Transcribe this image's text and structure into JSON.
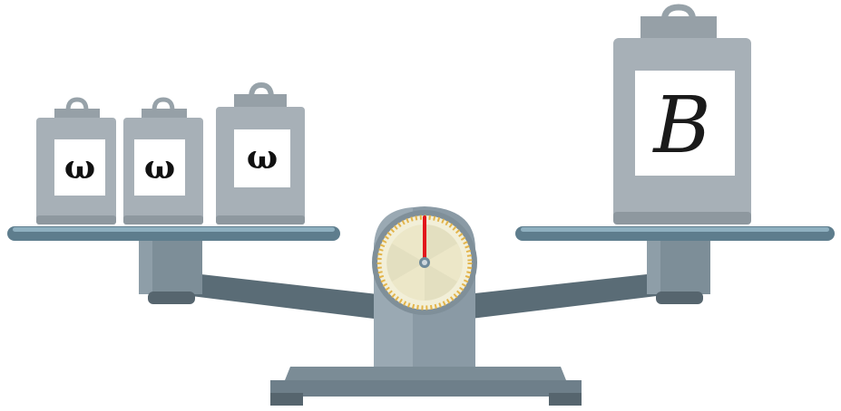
{
  "scale": {
    "left_pan": {
      "weights": [
        {
          "label": "ω"
        },
        {
          "label": "ω"
        },
        {
          "label": "ω"
        }
      ]
    },
    "right_pan": {
      "weights": [
        {
          "label": "B"
        }
      ]
    },
    "dial": {
      "needle_reading": 0
    }
  },
  "colors": {
    "weight_body": "#a7b0b7",
    "weight_dark": "#8e989f",
    "pan": "#5e7d8d",
    "frame": "#8a9aa5",
    "frame_dark": "#6e7f8a",
    "needle": "#e2161b",
    "dial_face": "#f2efd8",
    "dial_ticks": "#e3b44a"
  }
}
